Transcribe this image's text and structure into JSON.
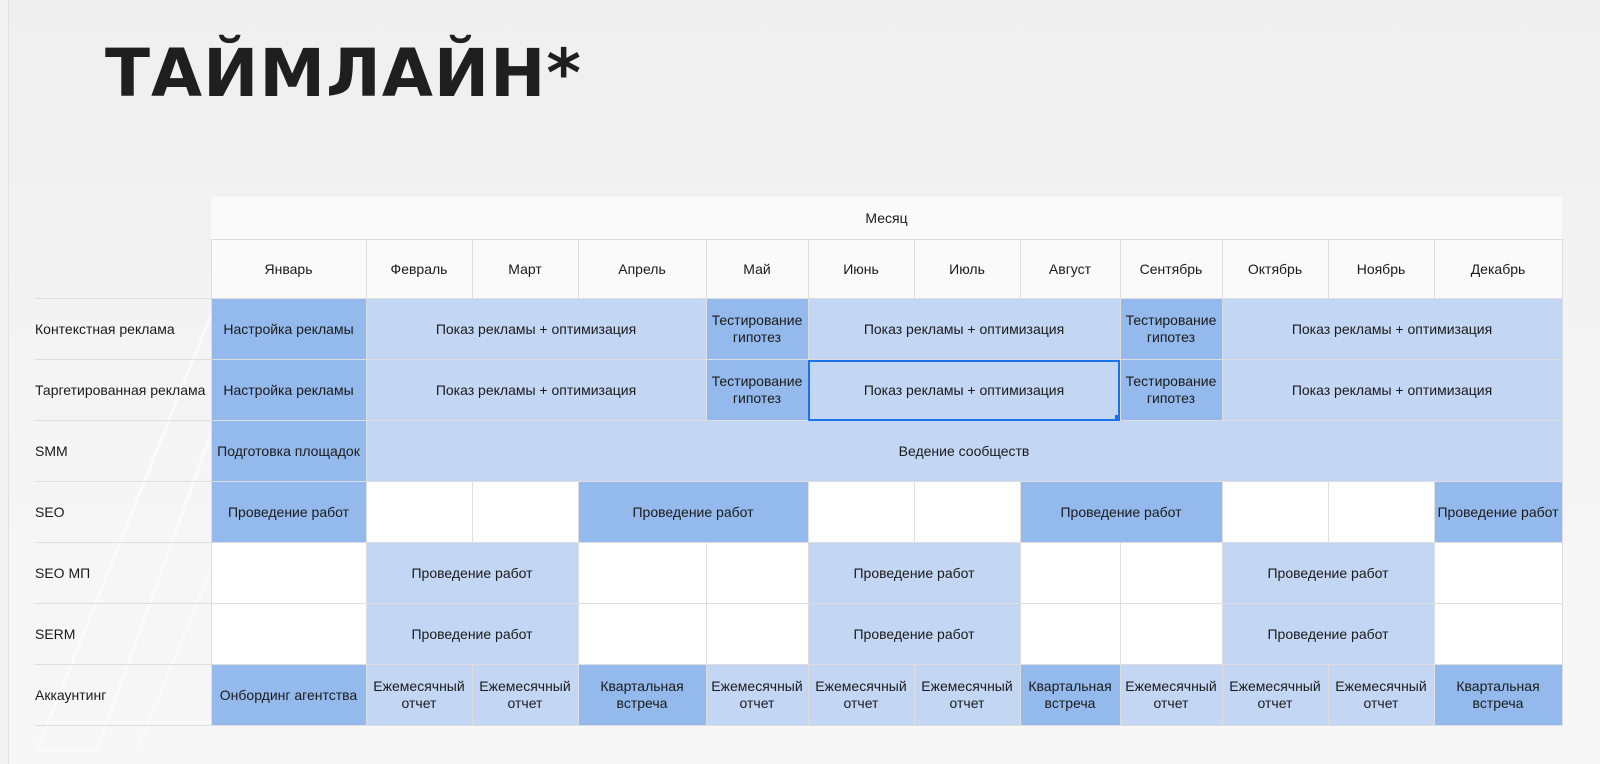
{
  "title": "ТАЙМЛАЙН*",
  "table": {
    "header_group": "Месяц",
    "months": [
      "Январь",
      "Февраль",
      "Март",
      "Апрель",
      "Май",
      "Июнь",
      "Июль",
      "Август",
      "Сентябрь",
      "Октябрь",
      "Ноябрь",
      "Декабрь"
    ],
    "rows": [
      {
        "label": "Контекстная реклама",
        "cells": [
          {
            "text": "Настройка рекламы",
            "span": 1,
            "style": "dark"
          },
          {
            "text": "Показ рекламы + оптимизация",
            "span": 3,
            "style": "light"
          },
          {
            "text": "Тестирование гипотез",
            "span": 1,
            "style": "dark"
          },
          {
            "text": "Показ рекламы + оптимизация",
            "span": 3,
            "style": "light"
          },
          {
            "text": "Тестирование гипотез",
            "span": 1,
            "style": "dark"
          },
          {
            "text": "Показ рекламы + оптимизация",
            "span": 3,
            "style": "light"
          }
        ]
      },
      {
        "label": "Таргетированная реклама",
        "cells": [
          {
            "text": "Настройка рекламы",
            "span": 1,
            "style": "dark"
          },
          {
            "text": "Показ рекламы + оптимизация",
            "span": 3,
            "style": "light"
          },
          {
            "text": "Тестирование гипотез",
            "span": 1,
            "style": "dark"
          },
          {
            "text": "Показ рекламы + оптимизация",
            "span": 3,
            "style": "light",
            "selected": true
          },
          {
            "text": "Тестирование гипотез",
            "span": 1,
            "style": "dark"
          },
          {
            "text": "Показ рекламы + оптимизация",
            "span": 3,
            "style": "light"
          }
        ]
      },
      {
        "label": "SMM",
        "cells": [
          {
            "text": "Подготовка площадок",
            "span": 1,
            "style": "dark"
          },
          {
            "text": "Ведение сообществ",
            "span": 11,
            "style": "light"
          }
        ]
      },
      {
        "label": "SEO",
        "cells": [
          {
            "text": "Проведение работ",
            "span": 1,
            "style": "dark"
          },
          {
            "text": "",
            "span": 1,
            "style": "empty"
          },
          {
            "text": "",
            "span": 1,
            "style": "empty"
          },
          {
            "text": "Проведение работ",
            "span": 2,
            "style": "dark"
          },
          {
            "text": "",
            "span": 1,
            "style": "empty"
          },
          {
            "text": "",
            "span": 1,
            "style": "empty"
          },
          {
            "text": "Проведение работ",
            "span": 2,
            "style": "dark"
          },
          {
            "text": "",
            "span": 1,
            "style": "empty"
          },
          {
            "text": "",
            "span": 1,
            "style": "empty"
          },
          {
            "text": "Проведение работ",
            "span": 1,
            "style": "dark"
          }
        ]
      },
      {
        "label": "SEO МП",
        "cells": [
          {
            "text": "",
            "span": 1,
            "style": "empty"
          },
          {
            "text": "Проведение работ",
            "span": 2,
            "style": "light"
          },
          {
            "text": "",
            "span": 1,
            "style": "empty"
          },
          {
            "text": "",
            "span": 1,
            "style": "empty"
          },
          {
            "text": "Проведение работ",
            "span": 2,
            "style": "light"
          },
          {
            "text": "",
            "span": 1,
            "style": "empty"
          },
          {
            "text": "",
            "span": 1,
            "style": "empty"
          },
          {
            "text": "Проведение работ",
            "span": 2,
            "style": "light"
          },
          {
            "text": "",
            "span": 1,
            "style": "empty"
          }
        ]
      },
      {
        "label": "SERM",
        "cells": [
          {
            "text": "",
            "span": 1,
            "style": "empty"
          },
          {
            "text": "Проведение работ",
            "span": 2,
            "style": "light"
          },
          {
            "text": "",
            "span": 1,
            "style": "empty"
          },
          {
            "text": "",
            "span": 1,
            "style": "empty"
          },
          {
            "text": "Проведение работ",
            "span": 2,
            "style": "light"
          },
          {
            "text": "",
            "span": 1,
            "style": "empty"
          },
          {
            "text": "",
            "span": 1,
            "style": "empty"
          },
          {
            "text": "Проведение работ",
            "span": 2,
            "style": "light"
          },
          {
            "text": "",
            "span": 1,
            "style": "empty"
          }
        ]
      },
      {
        "label": "Аккаунтинг",
        "cells": [
          {
            "text": "Онбординг агентства",
            "span": 1,
            "style": "dark"
          },
          {
            "text": "Ежемесячный отчет",
            "span": 1,
            "style": "light"
          },
          {
            "text": "Ежемесячный отчет",
            "span": 1,
            "style": "light"
          },
          {
            "text": "Квартальная встреча",
            "span": 1,
            "style": "dark"
          },
          {
            "text": "Ежемесячный отчет",
            "span": 1,
            "style": "light"
          },
          {
            "text": "Ежемесячный отчет",
            "span": 1,
            "style": "light"
          },
          {
            "text": "Ежемесячный отчет",
            "span": 1,
            "style": "light"
          },
          {
            "text": "Квартальная встреча",
            "span": 1,
            "style": "dark"
          },
          {
            "text": "Ежемесячный отчет",
            "span": 1,
            "style": "light"
          },
          {
            "text": "Ежемесячный отчет",
            "span": 1,
            "style": "light"
          },
          {
            "text": "Ежемесячный отчет",
            "span": 1,
            "style": "light"
          },
          {
            "text": "Квартальная встреча",
            "span": 1,
            "style": "dark"
          }
        ]
      }
    ]
  },
  "colors": {
    "light_cell": "#c3d7f5",
    "dark_cell": "#94baed",
    "selection": "#1a73e8",
    "title_text": "#1f1f1f"
  }
}
